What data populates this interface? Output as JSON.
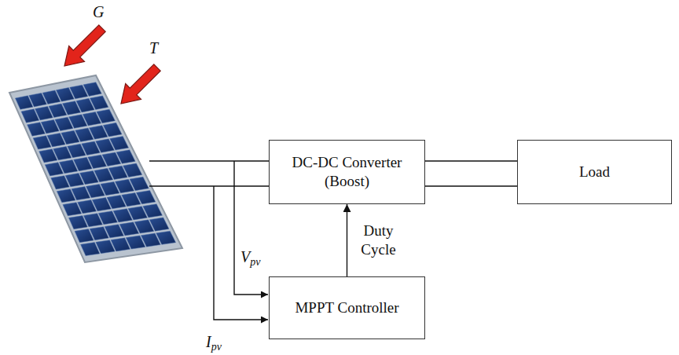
{
  "diagram": {
    "nodes": [
      {
        "text": [
          "DC-DC Converter (Boost)"
        ]
      },
      {
        "text": [
          "Load"
        ]
      },
      {
        "text": [
          "MPPT Controller"
        ]
      }
    ],
    "edges": [
      {
        "from": 0,
        "to": 1,
        "arrow": "none"
      },
      {
        "from": 0,
        "to": 1,
        "arrow": "none"
      },
      {
        "from": 2,
        "to": 0,
        "label": "Duty Cycle",
        "arrow": "to"
      }
    ],
    "labels": [
      "G",
      "T",
      "Vpv",
      "Ipv"
    ]
  }
}
